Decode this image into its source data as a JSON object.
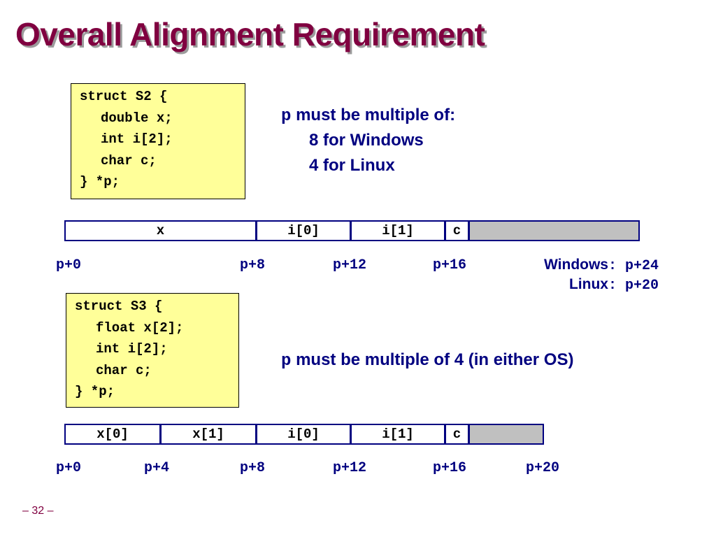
{
  "title": "Overall Alignment Requirement",
  "s2": {
    "code": [
      "struct S2 {",
      "double x;",
      "int i[2];",
      "char c;",
      "} *p;"
    ],
    "note_var": "p",
    "note_rest": " must be multiple of:",
    "note_lines": [
      "8 for Windows",
      "4 for Linux"
    ],
    "cells": [
      "x",
      "i[0]",
      "i[1]",
      "c",
      ""
    ],
    "offsets": [
      "p+0",
      "p+8",
      "p+12",
      "p+16"
    ],
    "windows_label": "Windows",
    "windows_value": ": p+24",
    "linux_label": "Linux",
    "linux_value": ": p+20"
  },
  "s3": {
    "code": [
      "struct S3 {",
      "float x[2];",
      "int i[2];",
      "char c;",
      "} *p;"
    ],
    "note_var": "p",
    "note_rest": " must be multiple of 4 (in either OS)",
    "cells": [
      "x[0]",
      "x[1]",
      "i[0]",
      "i[1]",
      "c",
      ""
    ],
    "offsets": [
      "p+0",
      "p+4",
      "p+8",
      "p+12",
      "p+16",
      "p+20"
    ]
  },
  "page_number": "– 32 –",
  "colors": {
    "title": "#800040",
    "text": "#000080",
    "code_bg": "#ffff99",
    "padding": "#c0c0c0"
  }
}
